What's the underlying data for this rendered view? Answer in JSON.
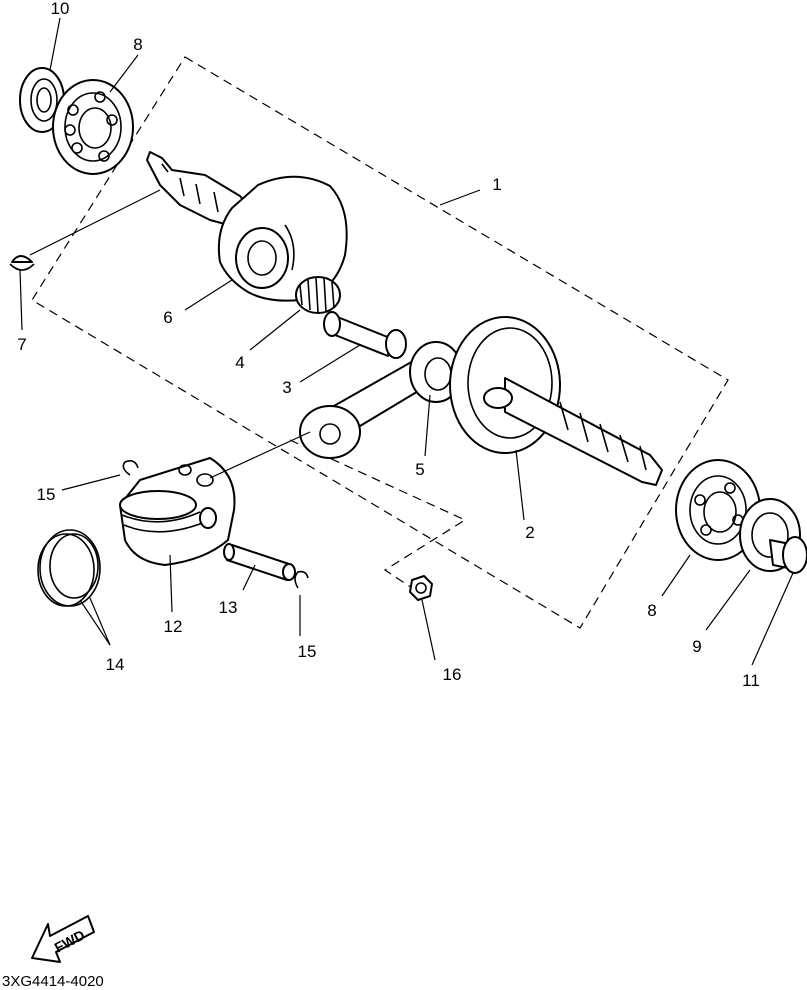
{
  "callouts": {
    "c1": "1",
    "c2": "2",
    "c3": "3",
    "c4": "4",
    "c5": "5",
    "c6": "6",
    "c7": "7",
    "c8_left": "8",
    "c8_right": "8",
    "c9": "9",
    "c10": "10",
    "c11": "11",
    "c12": "12",
    "c13": "13",
    "c14": "14",
    "c15_left": "15",
    "c15_right": "15",
    "c16": "16"
  },
  "fwd_label": "FWD",
  "diagram_code": "3XG4414-4020"
}
